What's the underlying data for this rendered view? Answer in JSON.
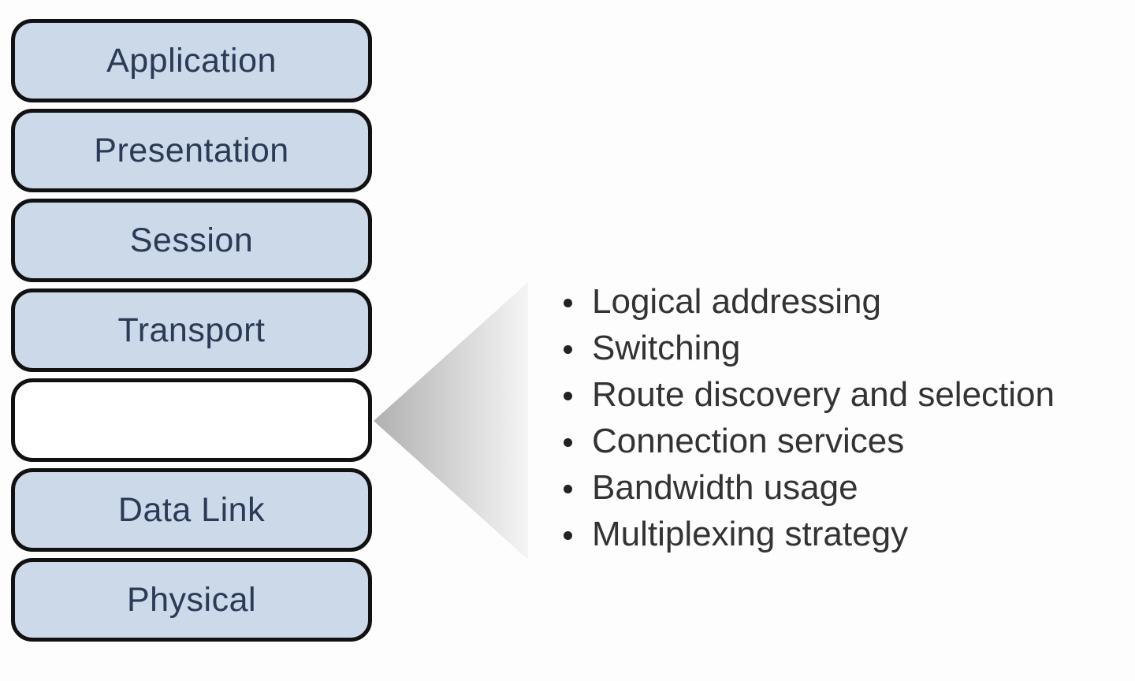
{
  "diagram": {
    "title_semantic": "OSI model stack with blank Network layer callout",
    "layers": [
      {
        "label": "Application",
        "blank": false
      },
      {
        "label": "Presentation",
        "blank": false
      },
      {
        "label": "Session",
        "blank": false
      },
      {
        "label": "Transport",
        "blank": false
      },
      {
        "label": "",
        "blank": true
      },
      {
        "label": "Data Link",
        "blank": false
      },
      {
        "label": "Physical",
        "blank": false
      }
    ],
    "callout": {
      "bullets": [
        "Logical addressing",
        "Switching",
        "Route discovery and selection",
        "Connection services",
        "Bandwidth usage",
        "Multiplexing strategy"
      ]
    },
    "colors": {
      "layer_fill": "#cbd9e9",
      "blank_layer_fill": "#ffffff",
      "layer_border": "#111111",
      "layer_text": "#2b3a55",
      "bullet_text": "#333333",
      "bullet_dot": "#222222",
      "triangle_gradient_start": "#b0b0b0",
      "triangle_gradient_end": "#f5f5f5",
      "background": "#fdfdfd"
    }
  }
}
